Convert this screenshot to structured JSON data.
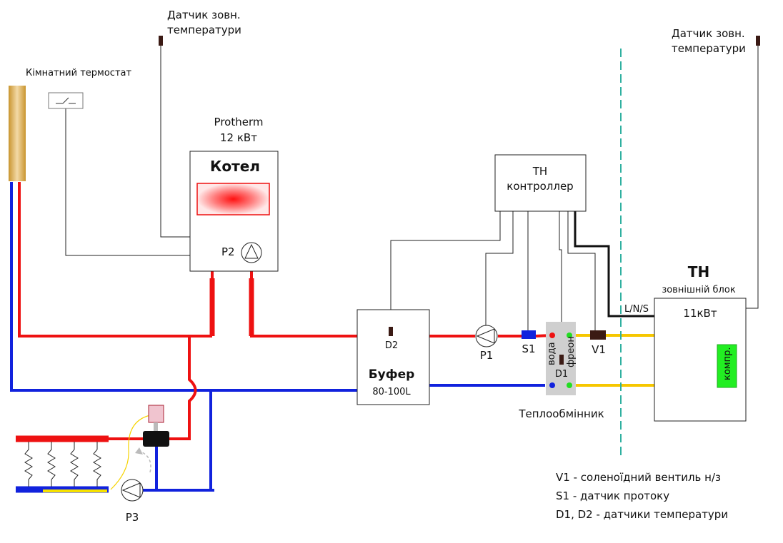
{
  "sensor_left": {
    "line1": "Датчик зовн.",
    "line2": "температури"
  },
  "sensor_right": {
    "line1": "Датчик зовн.",
    "line2": "температури"
  },
  "room_thermostat": "Кімнатний термостат",
  "boiler": {
    "brand": "Protherm",
    "power": "12 кВт",
    "title": "Котел",
    "pump": "P2"
  },
  "controller": {
    "line1": "ТН",
    "line2": "контроллер"
  },
  "buffer": {
    "title": "Буфер",
    "volume": "80-100L",
    "sensor": "D2"
  },
  "pump_p1": "P1",
  "pump_p3": "P3",
  "flow_sensor": "S1",
  "valve": "V1",
  "heat_exchanger": {
    "label": "Теплообмінник",
    "water": "вода",
    "freon": "фреон",
    "sensor": "D1"
  },
  "outdoor_unit": {
    "title": "ТН",
    "subtitle": "зовнішній блок",
    "power": "11кВт",
    "compressor": "компр.",
    "power_line": "L/N/S"
  },
  "legend": [
    "V1 - соленоїдний вентиль н/з",
    "S1 - датчик протоку",
    "D1, D2 - датчики температури"
  ],
  "colors": {
    "hot": "#ee1111",
    "cold": "#1122dd",
    "freon": "#f6c700",
    "compressor": "#22dd22",
    "sensor": "#3b1a14"
  }
}
